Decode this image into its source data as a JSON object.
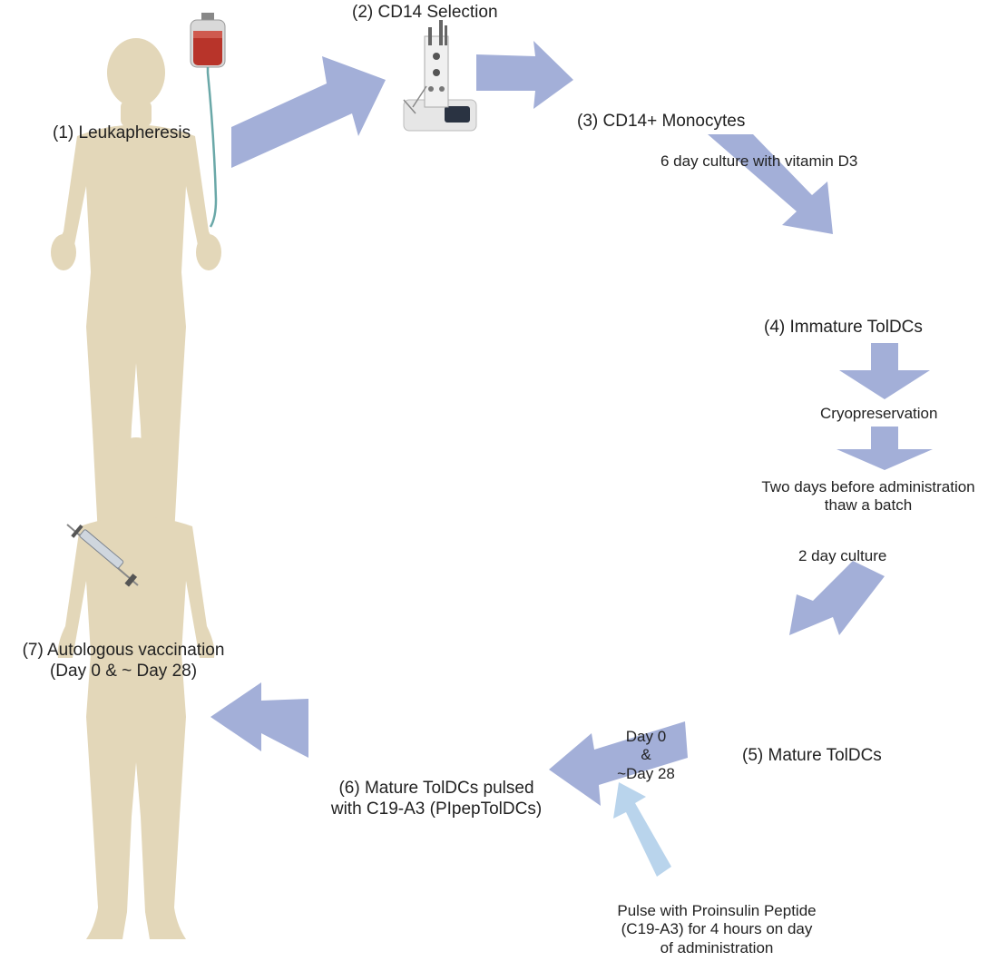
{
  "steps": {
    "leukapheresis": "(1) Leukapheresis",
    "cd14_selection": "(2) CD14 Selection",
    "monocytes": "(3) CD14+ Monocytes",
    "immature_toldcs": "(4) Immature TolDCs",
    "mature_toldcs": "(5) Mature TolDCs",
    "pulsed_line1": "(6) Mature TolDCs pulsed",
    "pulsed_line2": "with C19-A3 (PIpepTolDCs)",
    "vaccination_line1": "(7) Autologous vaccination",
    "vaccination_line2": "(Day 0 & ~ Day 28)"
  },
  "transitions": {
    "culture_vitd3": "6 day culture with vitamin D3",
    "cryopreservation": "Cryopreservation",
    "thaw_line1": "Two days before administration",
    "thaw_line2": "thaw a batch",
    "two_day_culture": "2 day culture",
    "day0": "Day 0",
    "amp": "&",
    "day28": "~Day 28"
  },
  "pulse_note": {
    "line1": "Pulse with Proinsulin Peptide",
    "line2": "(C19-A3) for 4 hours on day",
    "line3": "of administration"
  },
  "colors": {
    "arrow": "#a3afd8",
    "arrow_light": "#b9d4ec",
    "body": "#e3d7b9",
    "immature_cell": "#8a8a8a",
    "mature_cell": "#555555",
    "pulsed_cell": "#7cc444",
    "pulsed_core": "#5ab8b0",
    "peptide": "#5ec3a1",
    "blood": "#b8342a"
  }
}
